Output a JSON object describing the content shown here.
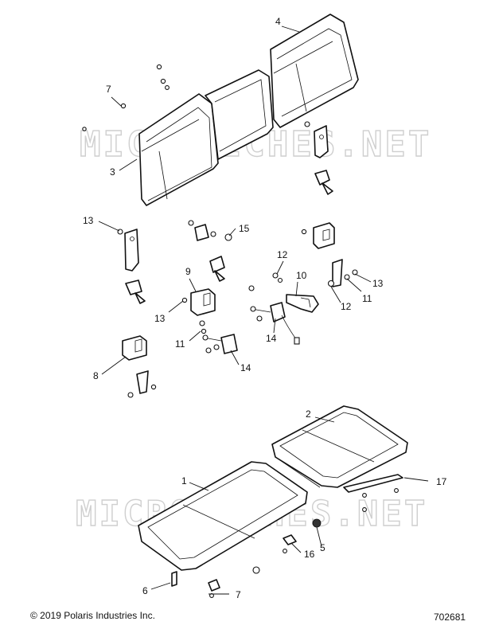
{
  "watermark": "MICROFICHES.NET",
  "callouts": {
    "c1": "1",
    "c2": "2",
    "c3": "3",
    "c4": "4",
    "c5": "5",
    "c6": "6",
    "c7a": "7",
    "c7b": "7",
    "c8": "8",
    "c9": "9",
    "c10": "10",
    "c11a": "11",
    "c11b": "11",
    "c12a": "12",
    "c12b": "12",
    "c13a": "13",
    "c13b": "13",
    "c13c": "13",
    "c14a": "14",
    "c14b": "14",
    "c15": "15",
    "c16": "16",
    "c17": "17"
  },
  "footer": {
    "copyright": "© 2019 Polaris Industries Inc.",
    "drawing_number": "702681"
  }
}
